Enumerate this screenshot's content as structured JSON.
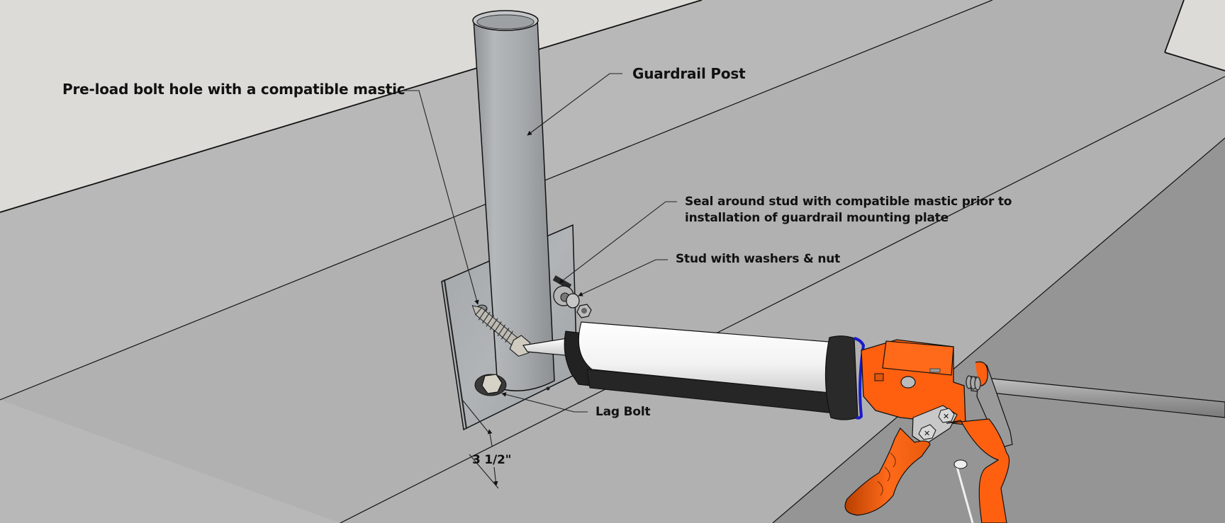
{
  "diagram": {
    "type": "3d-installation-illustration",
    "subject": "Guardrail post mounting with caulk gun",
    "colors": {
      "sky": "#dcdbd7",
      "wall_upper": "#b8b8b8",
      "roof_deck": "#b0b0b0",
      "roof_slope": "#959595",
      "galvanized_steel": "#a9adb0",
      "caulk_tube": "#f4f4f4",
      "caulk_gun_frame": "#ff6010",
      "gun_collar_ring": "#1a1acc",
      "plunger_rod": "#9e9e9e",
      "outline": "#111111"
    },
    "callouts": {
      "preload": "Pre-load bolt hole with a compatible mastic",
      "post": "Guardrail Post",
      "seal_line1": "Seal around stud with compatible mastic prior to",
      "seal_line2": "installation of guardrail mounting plate",
      "stud": "Stud with washers & nut",
      "lag": "Lag Bolt",
      "dimension": "3 1/2\""
    }
  }
}
